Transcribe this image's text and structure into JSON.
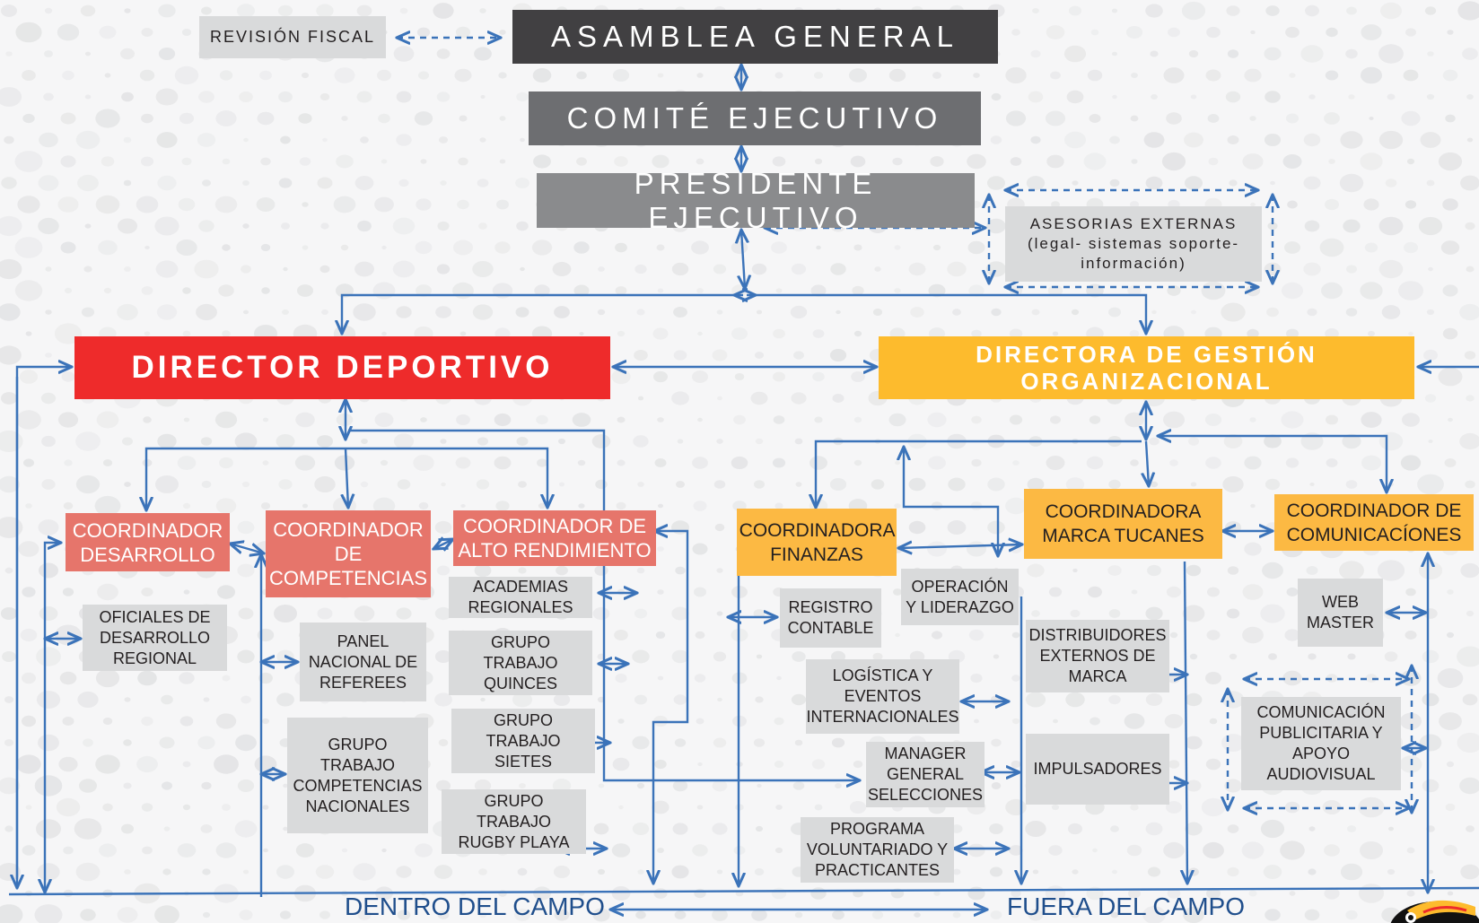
{
  "colors": {
    "connector": "#3b73b9",
    "top_level": "#414042",
    "director_deportivo": "#ee2b2b",
    "coordinadores_deportivos": "#e6756b",
    "directora_gestion": "#fdbb2d",
    "coordinadores_gestion": "#fcb943",
    "support_units": "#d9dadb"
  },
  "top": {
    "asamblea": "ASAMBLEA GENERAL",
    "revision": "REVISIÓN FISCAL",
    "comite": "COMITÉ EJECUTIVO",
    "presidente": "PRESIDENTE EJECUTIVO",
    "asesorias_line1": "ASESORIAS EXTERNAS",
    "asesorias_line2": "(legal- sistemas soporte-",
    "asesorias_line3": "información)"
  },
  "deportivo": {
    "director": "DIRECTOR DEPORTIVO",
    "coord_desarrollo": "COORDINADOR DESARROLLO",
    "coord_competencias": "COORDINADOR DE COMPETENCIAS",
    "coord_alto_rendimiento": "COORDINADOR DE ALTO RENDIMIENTO",
    "oficiales": "OFICIALES DE DESARROLLO REGIONAL",
    "panel_referees": "PANEL NACIONAL DE REFEREES",
    "grupo_competencias": "GRUPO TRABAJO COMPETENCIAS NACIONALES",
    "academias": "ACADEMIAS REGIONALES",
    "quinces": "GRUPO TRABAJO QUINCES",
    "sietes": "GRUPO TRABAJO SIETES",
    "rugby_playa": "GRUPO TRABAJO RUGBY PLAYA"
  },
  "gestion": {
    "directora_line1": "DIRECTORA DE GESTIÓN",
    "directora_line2": "ORGANIZACIONAL",
    "coord_finanzas": "COORDINADORA FINANZAS",
    "coord_marca": "COORDINADORA MARCA TUCANES",
    "coord_comunicaciones": "COORDINADOR DE COMUNICACÍONES",
    "registro_contable": "REGISTRO CONTABLE",
    "operacion": "OPERACIÓN Y LIDERAZGO",
    "logistica": "LOGÍSTICA Y EVENTOS INTERNACIONALES",
    "manager": "MANAGER GENERAL SELECCIONES",
    "voluntariado": "PROGRAMA VOLUNTARIADO Y PRACTICANTES",
    "distribuidores": "DISTRIBUIDORES EXTERNOS DE MARCA",
    "impulsadores": "IMPULSADORES",
    "web_master": "WEB MASTER",
    "comunicacion_publicitaria": "COMUNICACIÓN PUBLICITARIA Y APOYO AUDIOVISUAL"
  },
  "footer": {
    "dentro": "DENTRO DEL CAMPO",
    "fuera": "FUERA DEL CAMPO"
  },
  "logo": {
    "icon": "toucan-icon"
  }
}
